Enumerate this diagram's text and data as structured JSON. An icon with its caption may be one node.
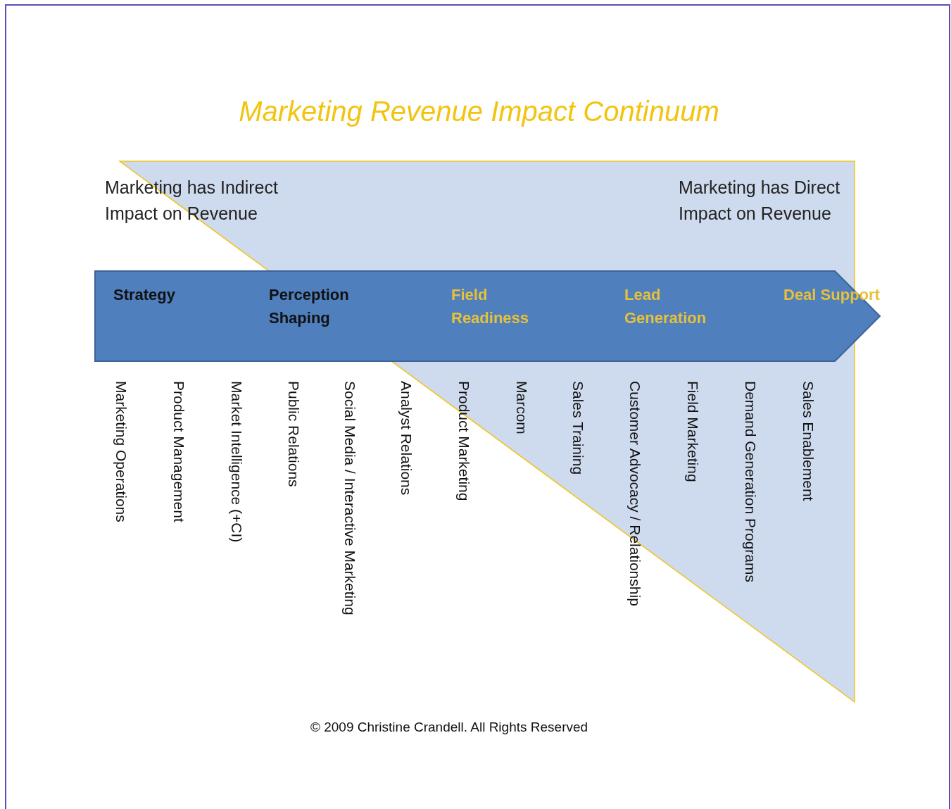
{
  "diagram": {
    "title": "Marketing Revenue Impact Continuum",
    "nodes": [
      {
        "text": [
          "Strategy",
          "Perception Shaping",
          "Field Readiness",
          "Lead Generation",
          "Deal Support"
        ]
      }
    ],
    "labels": [
      "Marketing has Indirect Impact on Revenue",
      "Marketing has Direct Impact on Revenue",
      "Marketing Operations",
      "Product Management",
      "Market Intelligence (+CI)",
      "Public Relations",
      "Social Media / Interactive Marketing",
      "Analyst Relations",
      "Product Marketing",
      "Marcom",
      "Sales Training",
      "Customer Advocacy / Relationship",
      "Field Marketing",
      "Demand Generation Programs",
      "Sales Enablement",
      "© 2009 Christine Crandell. All Rights Reserved"
    ]
  }
}
